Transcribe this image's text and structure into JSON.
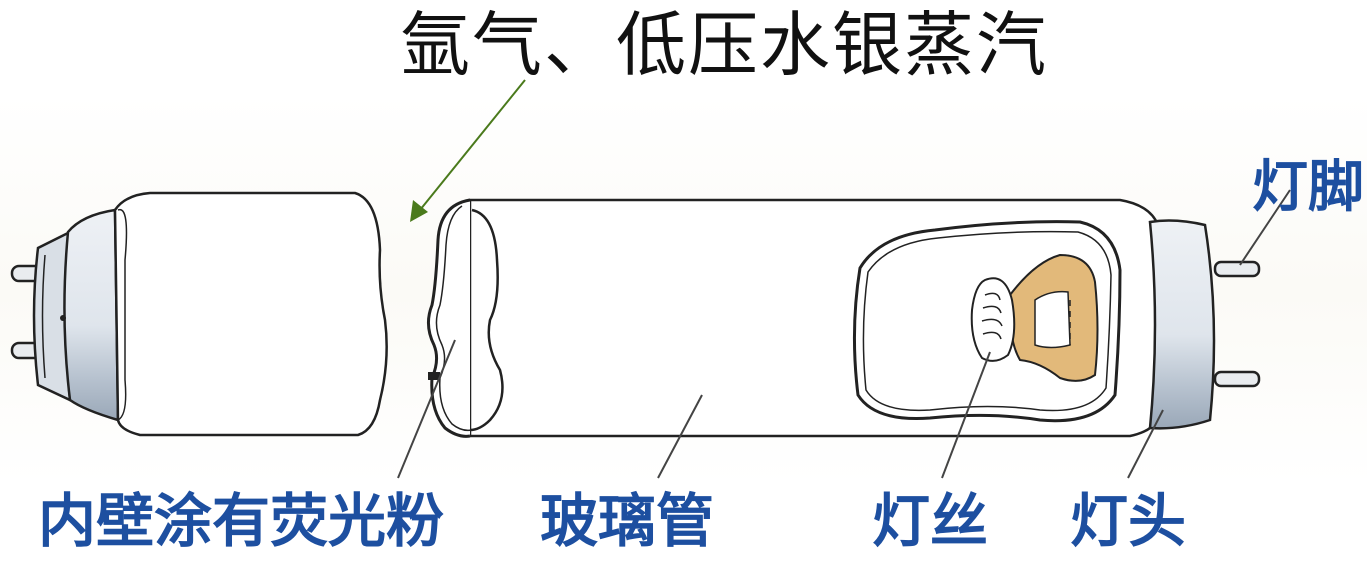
{
  "labels": {
    "gas": "氩气、低压水银蒸汽",
    "coating": "内壁涂有荧光粉",
    "glass_tube": "玻璃管",
    "filament": "灯丝",
    "lamp_cap": "灯头",
    "lamp_pin": "灯脚"
  },
  "colors": {
    "label_blue": "#1d4fa0",
    "outline": "#222222",
    "arrow_green": "#4a7a1c",
    "filament_mount": "#e2b97a",
    "cap_blue_gray": "#c9d2de"
  }
}
